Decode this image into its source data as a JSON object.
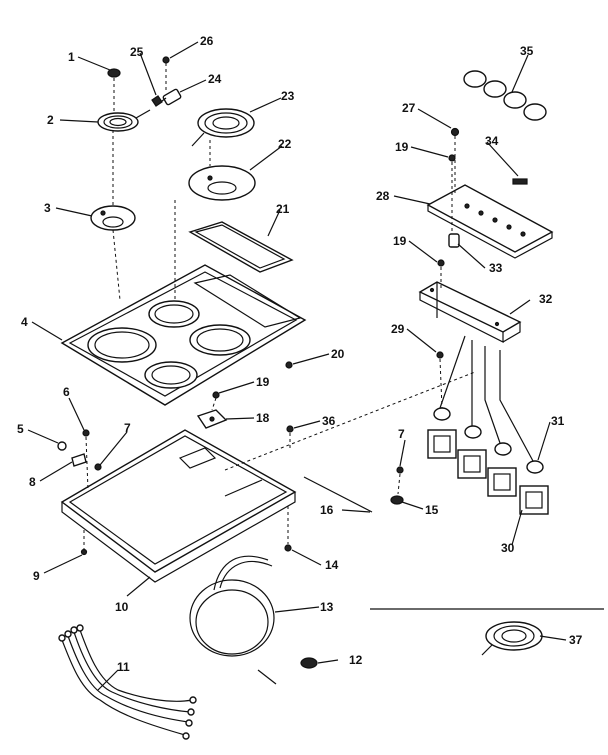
{
  "callouts": [
    "1",
    "2",
    "3",
    "4",
    "5",
    "6",
    "7",
    "8",
    "9",
    "10",
    "11",
    "12",
    "13",
    "14",
    "15",
    "16",
    "7",
    "18",
    "19",
    "20",
    "21",
    "22",
    "23",
    "24",
    "25",
    "26",
    "27",
    "28",
    "19",
    "30",
    "31",
    "32",
    "33",
    "34",
    "35",
    "36",
    "37",
    "19",
    "29"
  ]
}
